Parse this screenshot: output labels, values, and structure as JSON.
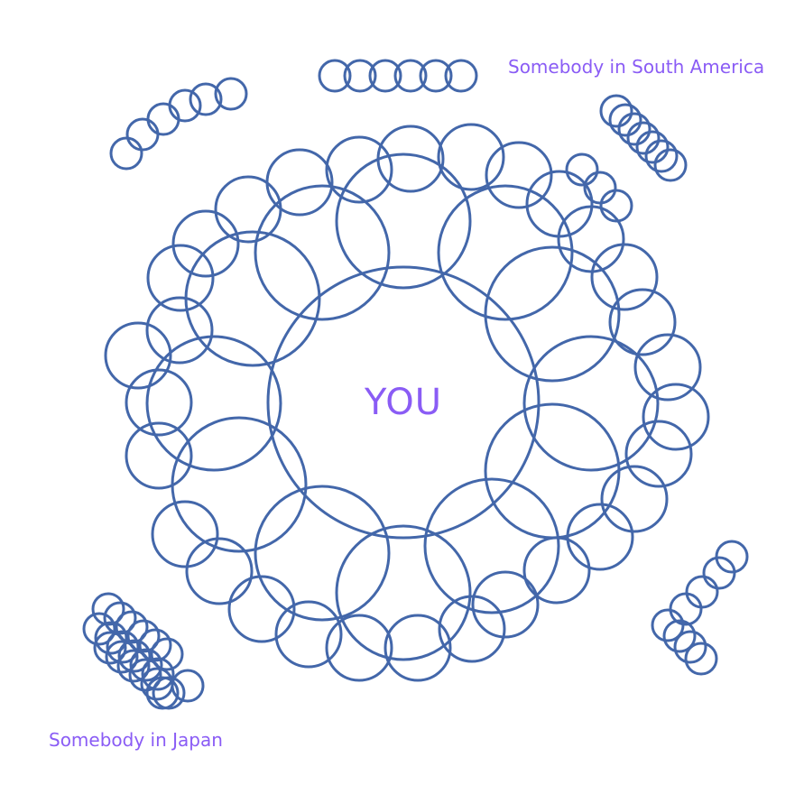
{
  "diagram": {
    "center_label": "YOU",
    "labels": {
      "south_america": "Somebody in South America",
      "japan": "Somebody in Japan"
    },
    "colors": {
      "circle_stroke": "#4367aa",
      "label_text": "#8a5cf5",
      "background": "#ffffff"
    }
  }
}
